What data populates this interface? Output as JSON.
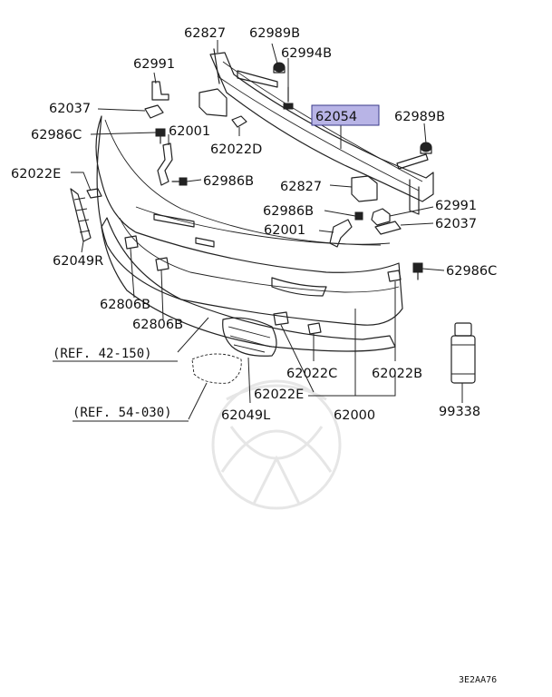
{
  "callouts": {
    "p62827_top": "62827",
    "p62989B_top": "62989B",
    "p62994B": "62994B",
    "p62991_top": "62991",
    "p62037_left": "62037",
    "p62054": "62054",
    "p62989B_right": "62989B",
    "p62986C_left": "62986C",
    "p62001_top": "62001",
    "p62022D": "62022D",
    "p62022E_left": "62022E",
    "p62986B_top": "62986B",
    "p62827_mid": "62827",
    "p62991_right": "62991",
    "p62986B_mid": "62986B",
    "p62037_right": "62037",
    "p62001_mid": "62001",
    "p62049R": "62049R",
    "p62986C_right": "62986C",
    "p62806B_1": "62806B",
    "p62806B_2": "62806B",
    "ref_42_150": "(REF. 42-150)",
    "p62022C": "62022C",
    "p62022B": "62022B",
    "p62022E_bottom": "62022E",
    "ref_54_030": "(REF. 54-030)",
    "p62049L": "62049L",
    "p62000": "62000",
    "p99338": "99338"
  },
  "highlight": {
    "fill": "#b8b4e6",
    "stroke": "#3a3a8a"
  },
  "diagram_code": "3E2AA76"
}
